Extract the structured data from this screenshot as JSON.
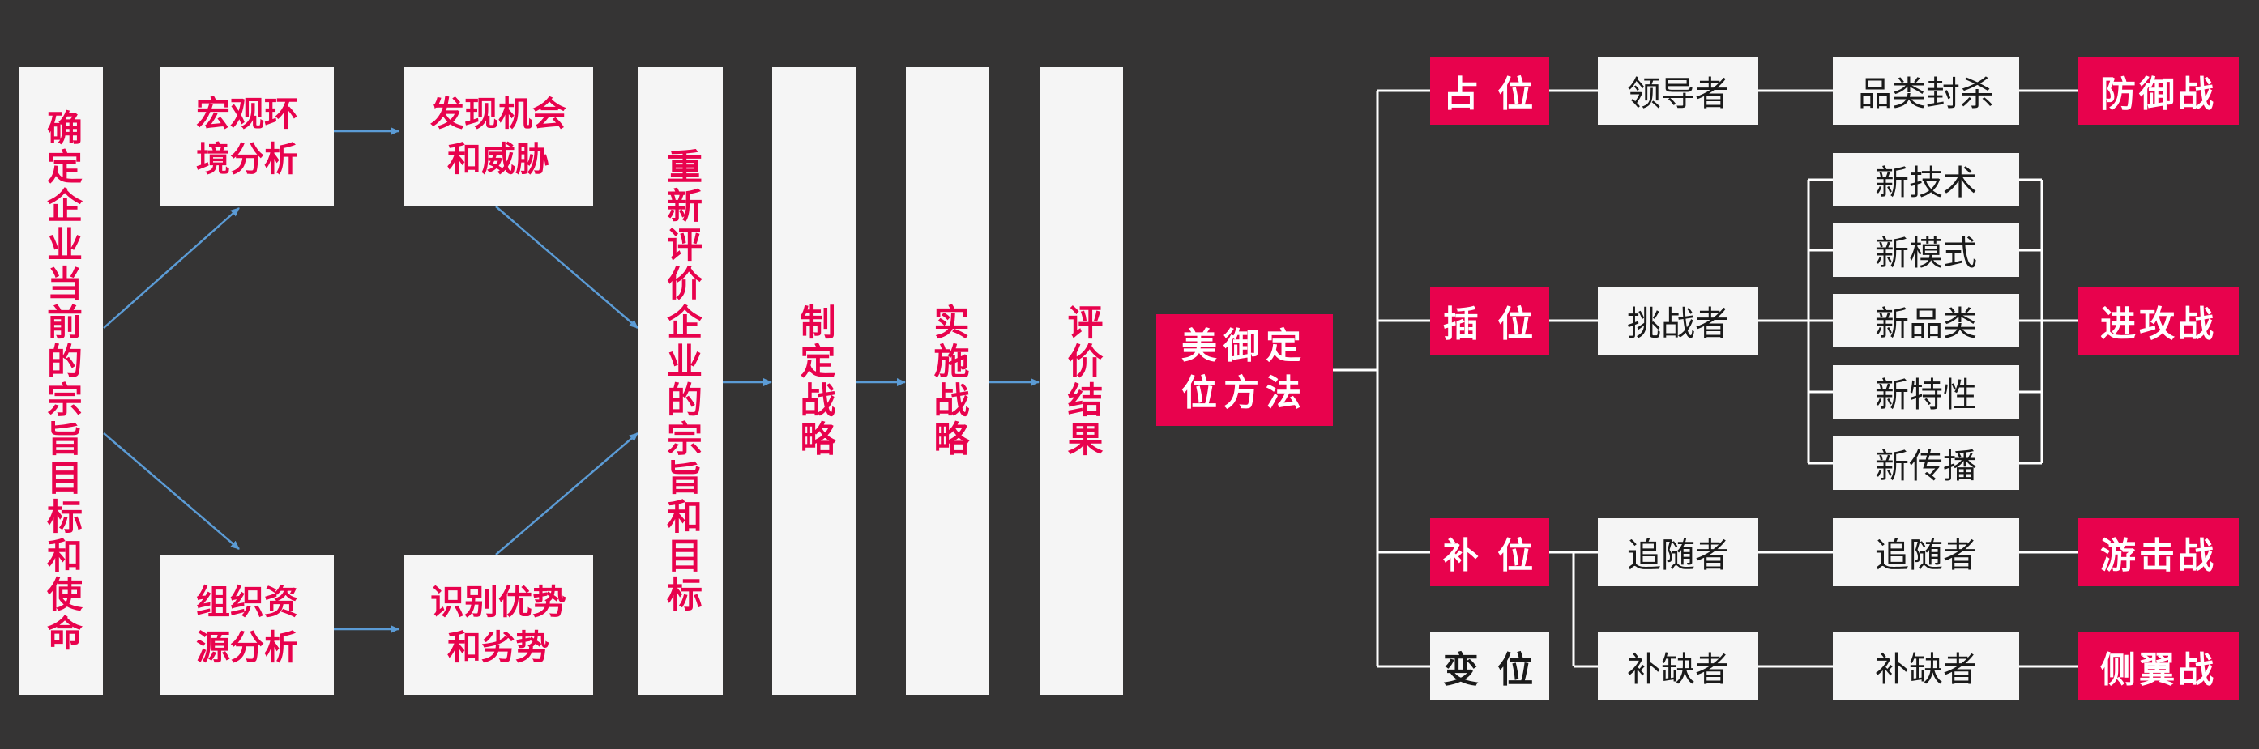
{
  "process": {
    "start": "确定企业当前的宗旨目标和使命",
    "macro": "宏观环境分析",
    "org": "组织资源分析",
    "opportunity": "发现机会和威胁",
    "strength": "识别优势和劣势",
    "reevaluate": "重新评价企业的宗旨和目标",
    "make_strategy": "制定战略",
    "implement": "实施战略",
    "evaluate": "评价结果"
  },
  "method": {
    "root": "美御定位方法",
    "rows": [
      {
        "position": "占 位",
        "role": "领导者",
        "strategy": "品类封杀",
        "war": "防御战"
      },
      {
        "position": "插 位",
        "role": "挑战者",
        "strategies": [
          "新技术",
          "新模式",
          "新品类",
          "新特性",
          "新传播"
        ],
        "war": "进攻战"
      },
      {
        "position": "补 位",
        "role": "追随者",
        "strategy": "追随者",
        "war": "游击战"
      },
      {
        "position": "变 位",
        "role": "补缺者",
        "strategy": "补缺者",
        "war": "侧翼战"
      }
    ]
  },
  "colors": {
    "background": "#353434",
    "accent": "#e8024d",
    "box": "#f5f5f5",
    "arrow": "#5b9bd5"
  }
}
